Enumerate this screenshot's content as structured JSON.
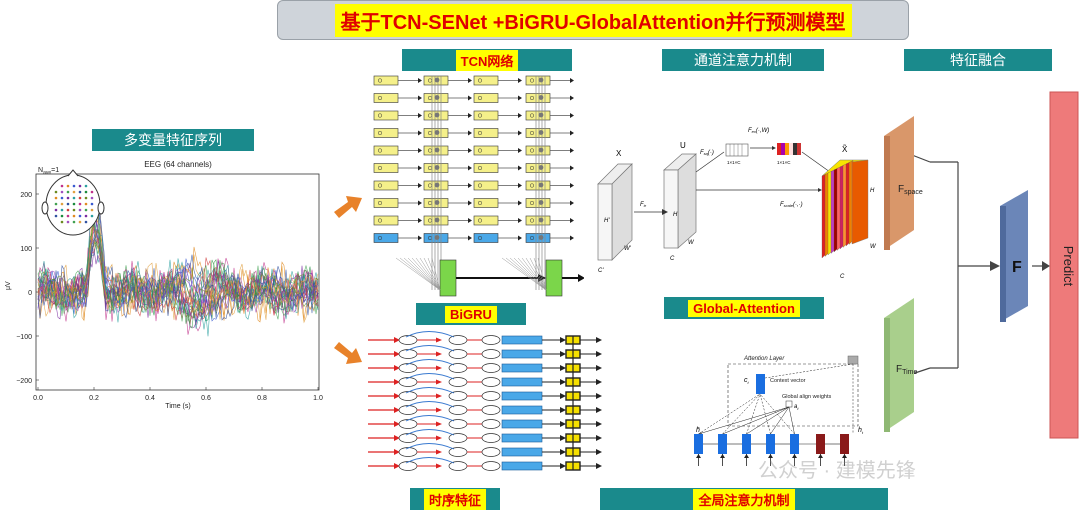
{
  "title": "基于TCN-SENet  +BiGRU-GlobalAttention并行预测模型",
  "labels": {
    "input": "多变量特征序列",
    "tcn": "TCN网络",
    "channel_attention": "通道注意力机制",
    "feature_fusion": "特征融合",
    "bigru": "BiGRU",
    "global_attention": "Global-Attention",
    "temporal_feature": "时序特征",
    "global_attention_cn": "全局注意力机制"
  },
  "eeg": {
    "title": "EEG (64 channels)",
    "nave": "N",
    "nave_sub": "ave",
    "nave_val": "=1",
    "ylabel": "μV",
    "xlabel": "Time (s)",
    "yticks": [
      "200",
      "100",
      "0",
      "−100",
      "−200"
    ],
    "xticks": [
      "0.0",
      "0.2",
      "0.4",
      "0.6",
      "0.8",
      "1.0"
    ]
  },
  "se": {
    "X": "X",
    "U": "U",
    "Xt": "X̃",
    "Ftr": "F",
    "Ftr_sub": "tr",
    "Fsq": "F",
    "Fsq_sub": "sq",
    "Fsq_arg": "(·)",
    "Fex": "F",
    "Fex_sub": "ex",
    "Fex_arg": "(·,W)",
    "Fscale": "F",
    "Fscale_sub": "scale",
    "Fscale_arg": "(·,·)",
    "dim_H": "H",
    "dim_W": "W",
    "dim_C": "C",
    "dim_Hp": "H'",
    "dim_Wp": "W'",
    "dim_Cp": "C'",
    "unit": "1×1×C"
  },
  "attention": {
    "layer": "Attention Layer",
    "context": "Context vector",
    "weights": "Global align weights",
    "ct": "c",
    "ct_sub": "t",
    "at": "a",
    "at_sub": "t",
    "hs": "h̄",
    "hs_sub": "s",
    "ht": "h",
    "ht_sub": "t"
  },
  "fusion": {
    "fspace": "F",
    "fspace_sub": "space",
    "ftime": "F",
    "ftime_sub": "Time",
    "f": "F",
    "predict": "Predict"
  },
  "watermark": "公众号 · 建模先锋",
  "colors": {
    "teal": "#1a8a8c",
    "title_red": "#e00000",
    "yellow": "#ffff00",
    "orange_arrow": "#e8822a",
    "fspace": "#d9976a",
    "ftime": "#a9cf8c",
    "f": "#6b86b8",
    "predict": "#ee7a7a",
    "tcn_block": "#f5f08a",
    "bigru_block": "#4aa8e8"
  }
}
